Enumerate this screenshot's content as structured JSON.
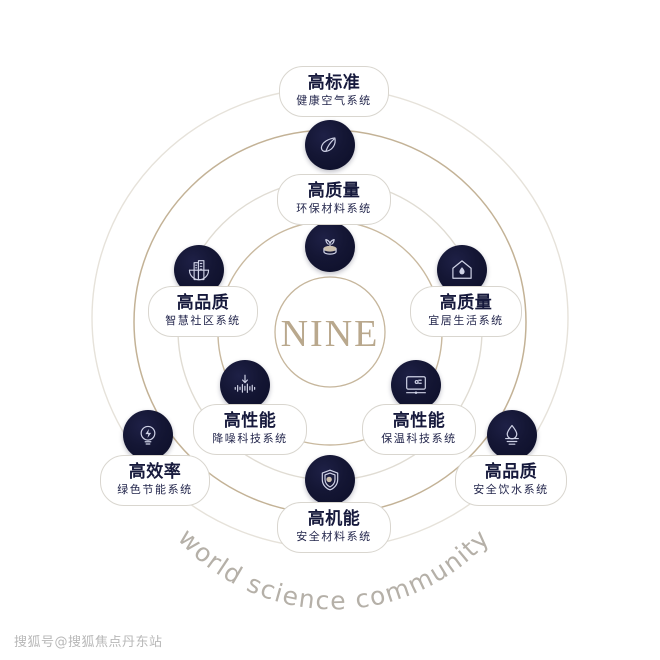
{
  "center": {
    "wordmark": "NINE"
  },
  "tagline": "world science community",
  "watermark": "搜狐号@搜狐焦点丹东站",
  "colors": {
    "ring_gold": "#b9a88d",
    "ring_light": "#e2ded6",
    "node_navy": "#141634",
    "pill_border": "#d9d6cf",
    "title_navy": "#16193c",
    "wordmark_gold": "#b9a88d",
    "tagline_gray": "#b5b0a8"
  },
  "nodes": [
    {
      "id": "healthy-air",
      "icon": "leaf-icon",
      "title": "高标准",
      "subtitle": "健康空气系统"
    },
    {
      "id": "eco-material",
      "icon": "sprout-icon",
      "title": "高质量",
      "subtitle": "环保材料系统"
    },
    {
      "id": "smart-community",
      "icon": "building-icon",
      "title": "高品质",
      "subtitle": "智慧社区系统"
    },
    {
      "id": "livable-life",
      "icon": "house-drop-icon",
      "title": "高质量",
      "subtitle": "宜居生活系统"
    },
    {
      "id": "noise-reduction",
      "icon": "soundwave-icon",
      "title": "高性能",
      "subtitle": "降噪科技系统"
    },
    {
      "id": "thermal-insulation",
      "icon": "thermostat-icon",
      "title": "高性能",
      "subtitle": "保温科技系统"
    },
    {
      "id": "green-energy",
      "icon": "energy-bolt-icon",
      "title": "高效率",
      "subtitle": "绿色节能系统"
    },
    {
      "id": "safe-water",
      "icon": "water-drop-icon",
      "title": "高品质",
      "subtitle": "安全饮水系统"
    },
    {
      "id": "safe-material",
      "icon": "shield-icon",
      "title": "高机能",
      "subtitle": "安全材料系统"
    }
  ],
  "chart_data": {
    "type": "diagram",
    "title": "NINE world science community",
    "layout": "concentric-radial",
    "center_label": "NINE",
    "ring_count": 4,
    "node_count": 9,
    "categories": [
      "高标准 健康空气系统",
      "高质量 环保材料系统",
      "高品质 智慧社区系统",
      "高质量 宜居生活系统",
      "高性能 降噪科技系统",
      "高性能 保温科技系统",
      "高效率 绿色节能系统",
      "高品质 安全饮水系统",
      "高机能 安全材料系统"
    ]
  }
}
